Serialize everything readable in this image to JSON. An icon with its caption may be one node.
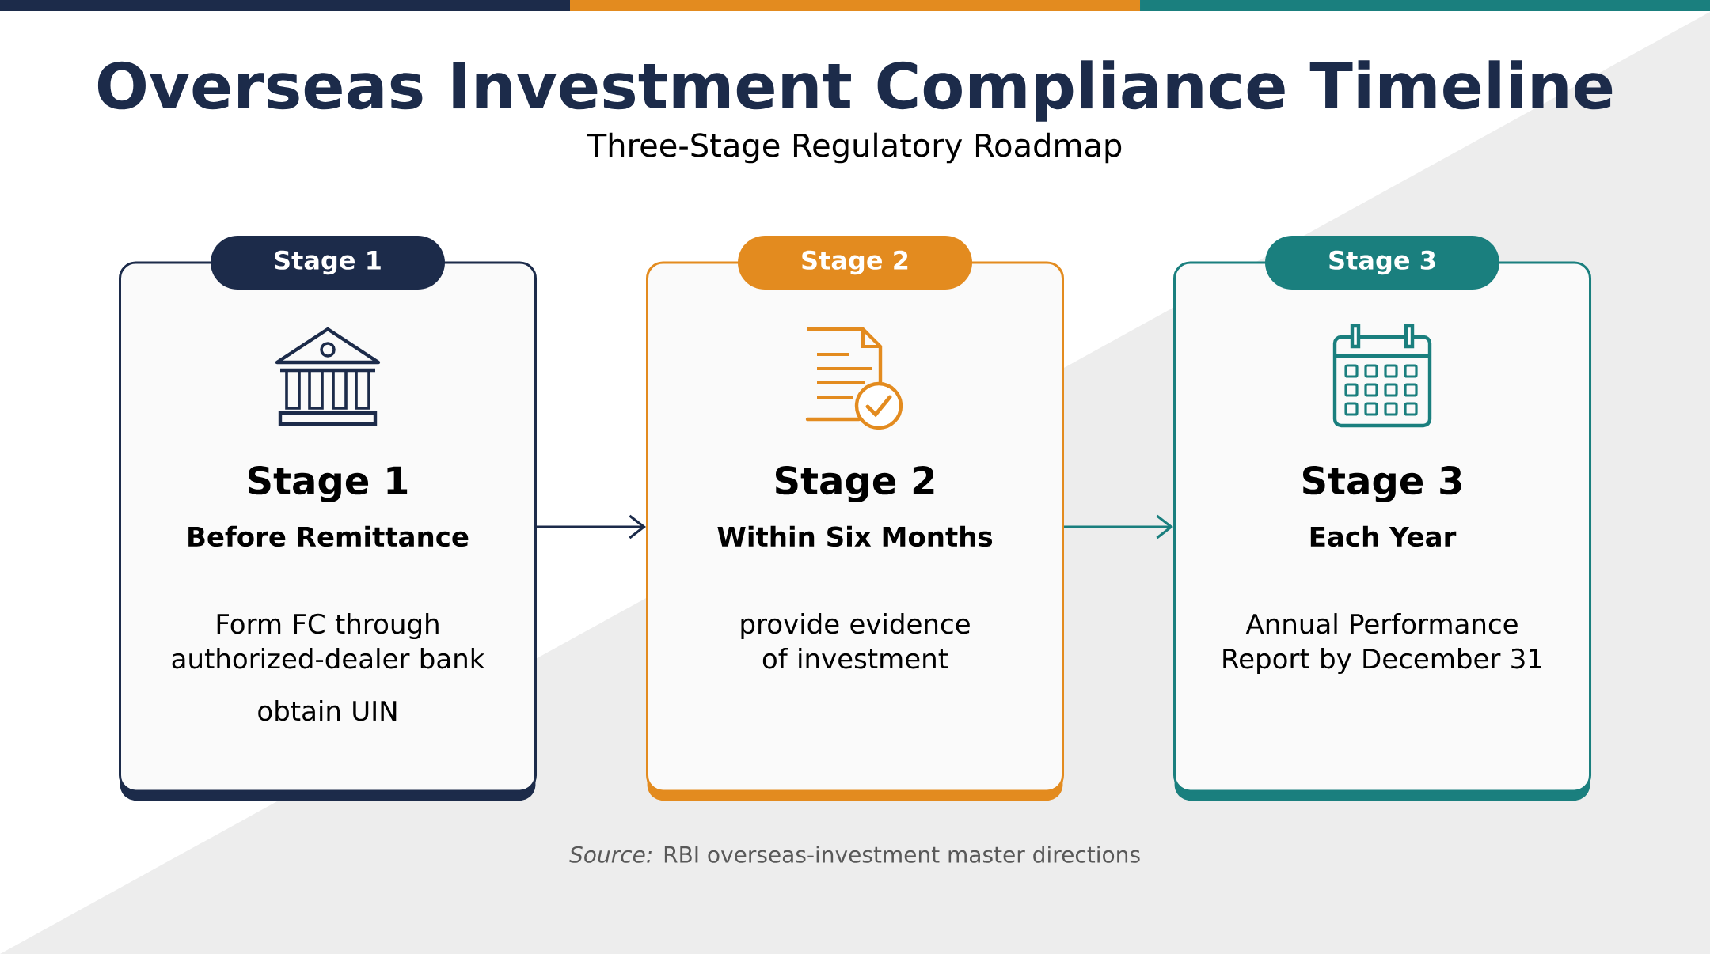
{
  "diagram": {
    "title": "Overseas Investment Compliance Timeline",
    "nodes": [
      {
        "text": [
          "Stage 1",
          "Stage 1",
          "Before Remittance",
          "Form FC through authorized-dealer bank",
          "obtain UIN"
        ]
      },
      {
        "text": [
          "Stage 2",
          "Stage 2",
          "Within Six Months",
          "provide evidence of investment"
        ]
      },
      {
        "text": [
          "Stage 3",
          "Stage 3",
          "Each Year",
          "Annual Performance Report by December 31"
        ]
      }
    ],
    "edges": [
      {
        "from": 0,
        "to": 1,
        "arrow": "to",
        "color": "#1c2b4a"
      },
      {
        "from": 1,
        "to": 2,
        "arrow": "to",
        "color": "#1a7f7e"
      }
    ],
    "labels": [
      "Three-Stage Regulatory Roadmap",
      "*Source:* RBI overseas-investment master directions"
    ]
  }
}
